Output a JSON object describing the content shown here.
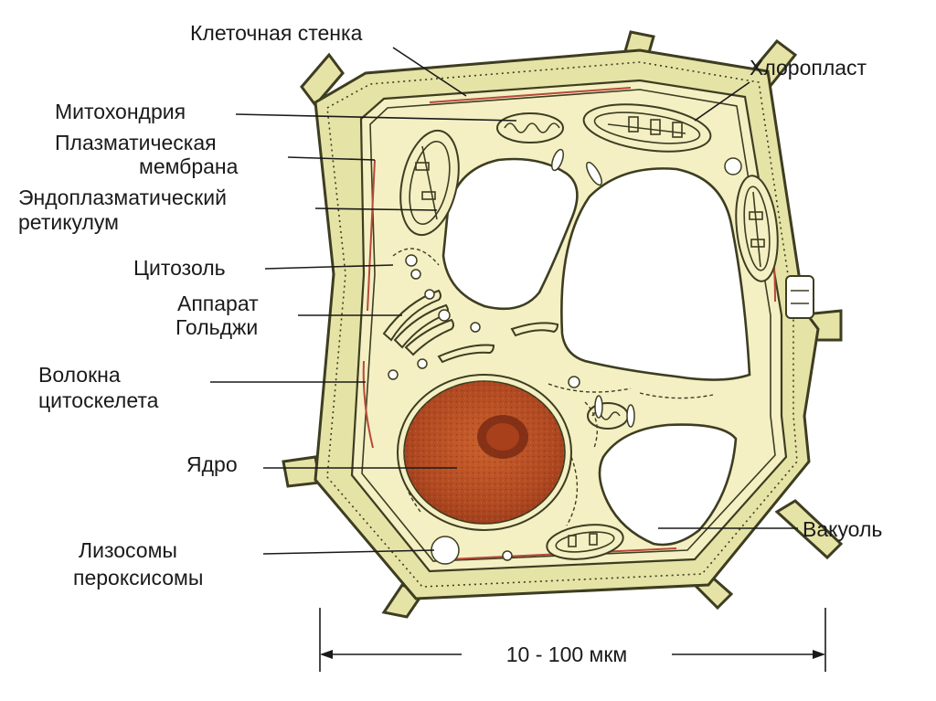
{
  "labels": {
    "cell_wall": "Клеточная стенка",
    "chloroplast": "Хлоропласт",
    "mitochondria": "Митохондрия",
    "plasma_membrane_1": "Плазматическая",
    "plasma_membrane_2": "мембрана",
    "er_1": "Эндоплазматический",
    "er_2": "ретикулум",
    "cytosol": "Цитозоль",
    "golgi_1": "Аппарат",
    "golgi_2": "Гольджи",
    "cytoskeleton_1": "Волокна",
    "cytoskeleton_2": "цитоскелета",
    "nucleus": "Ядро",
    "vacuole": "Вакуоль",
    "lysosomes_1": "Лизосомы",
    "lysosomes_2": "пероксисомы"
  },
  "scale": {
    "text": "10 - 100 мкм"
  },
  "colors": {
    "cell_wall": "#e6e3a6",
    "cytoplasm": "#f4f0c3",
    "nucleus": "#c0582a",
    "nucleolus": "#7a2a14",
    "fibers": "#b9493a",
    "outline": "#3d3d22"
  }
}
